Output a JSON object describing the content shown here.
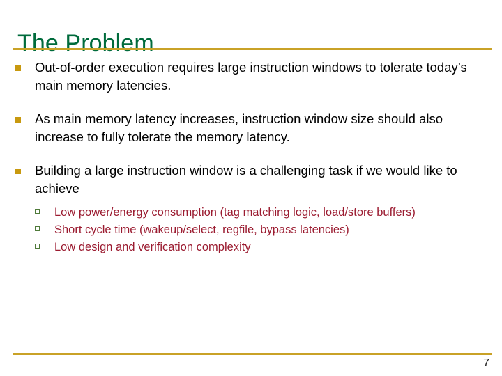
{
  "slide": {
    "title": "The Problem",
    "page_number": "7",
    "colors": {
      "title_green": "#006b3c",
      "rule_gold": "#c9a227",
      "bullet_marker_gold": "#c8990f",
      "sub_marker_green": "#4f7a3a",
      "sub_text_red": "#9b1b30",
      "body_text_black": "#000000",
      "background": "#ffffff"
    },
    "bullets": [
      {
        "marker": "filled-square-bullet",
        "text": "Out-of-order execution requires large instruction windows to tolerate today’s main memory latencies."
      },
      {
        "marker": "filled-square-bullet",
        "text": "As main memory latency increases, instruction window size should also increase to fully tolerate the memory latency."
      },
      {
        "marker": "filled-square-bullet",
        "text": "Building a large instruction window is a challenging task if we would like to achieve",
        "subbullets": [
          {
            "marker": "hollow-square-bullet",
            "text": "Low power/energy consumption (tag matching logic, load/store buffers)"
          },
          {
            "marker": "hollow-square-bullet",
            "text": "Short cycle time (wakeup/select, regfile, bypass latencies)"
          },
          {
            "marker": "hollow-square-bullet",
            "text": "Low design and verification complexity"
          }
        ]
      }
    ]
  }
}
